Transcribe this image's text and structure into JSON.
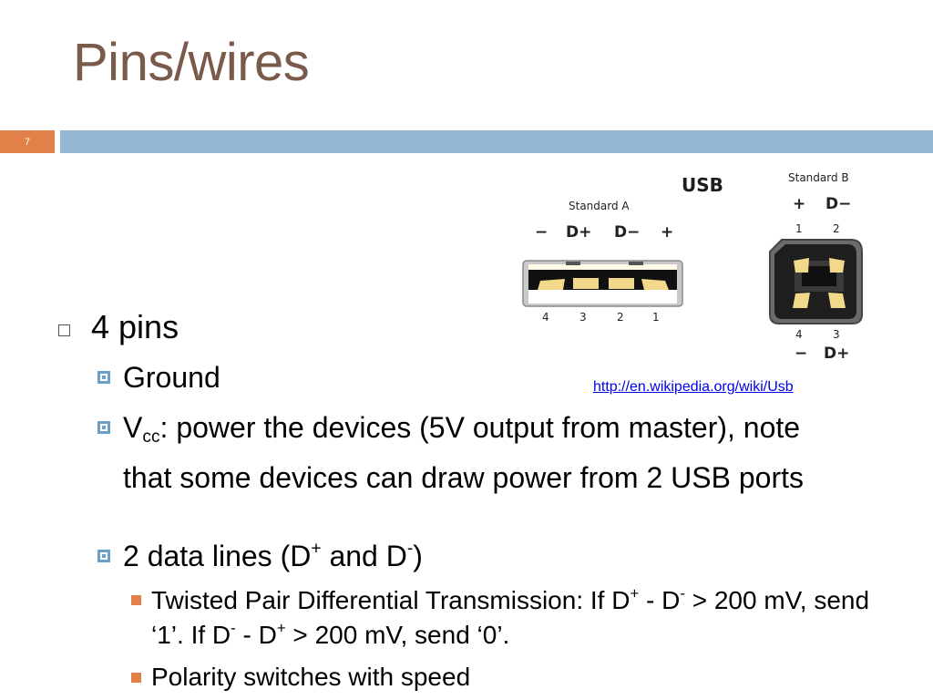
{
  "slide": {
    "title": "Pins/wires",
    "number": "7",
    "colors": {
      "title": "#7a5a4a",
      "accent_orange": "#e2804a",
      "accent_blue": "#95b7d6"
    }
  },
  "figure": {
    "heading": "USB",
    "standard_a": {
      "label": "Standard A",
      "signals": [
        "−",
        "D+",
        "D−",
        "+"
      ],
      "pins": [
        "4",
        "3",
        "2",
        "1"
      ]
    },
    "standard_b": {
      "label": "Standard B",
      "top_signals": [
        "+",
        "D−"
      ],
      "top_pins": [
        "1",
        "2"
      ],
      "bottom_pins": [
        "4",
        "3"
      ],
      "bottom_signals": [
        "−",
        "D+"
      ]
    },
    "source_link": "http://en.wikipedia.org/wiki/Usb"
  },
  "bullets": {
    "pins": "4 pins",
    "ground": "Ground",
    "vcc_v": "V",
    "vcc_sub": "cc",
    "vcc_rest": ": power the devices (5V output from master), note that some devices can draw power from 2 USB ports",
    "data_a": "2 data lines (D",
    "data_sup1": "+",
    "data_b": " and D",
    "data_sup2": "-",
    "data_c": ")",
    "twisted_1": "Twisted Pair Differential Transmission: If D",
    "twisted_sup1": "+",
    "twisted_2": " - D",
    "twisted_sup2": "-",
    "twisted_3": " > 200 mV, send ‘1’. If D",
    "twisted_sup3": "-",
    "twisted_4": " - D",
    "twisted_sup4": "+",
    "twisted_5": " > 200 mV, send ‘0’.",
    "polarity": "Polarity switches with speed"
  }
}
